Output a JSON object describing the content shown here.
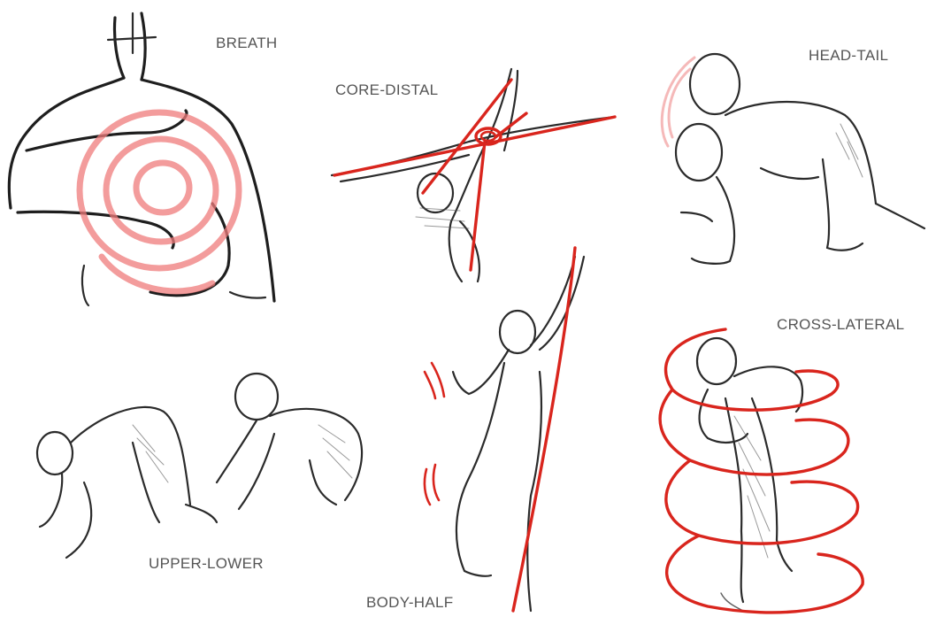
{
  "labels": {
    "breath": "BREATH",
    "core_distal": "CORE-DISTAL",
    "head_tail": "HEAD-TAIL",
    "cross_lateral": "CROSS-LATERAL",
    "upper_lower": "UPPER-LOWER",
    "body_half": "BODY-HALF"
  },
  "colors": {
    "ink": "#2b2b2b",
    "accent_red": "#d9251d",
    "accent_pink": "#ef7b7b",
    "label_gray": "#555555",
    "background": "#ffffff"
  }
}
